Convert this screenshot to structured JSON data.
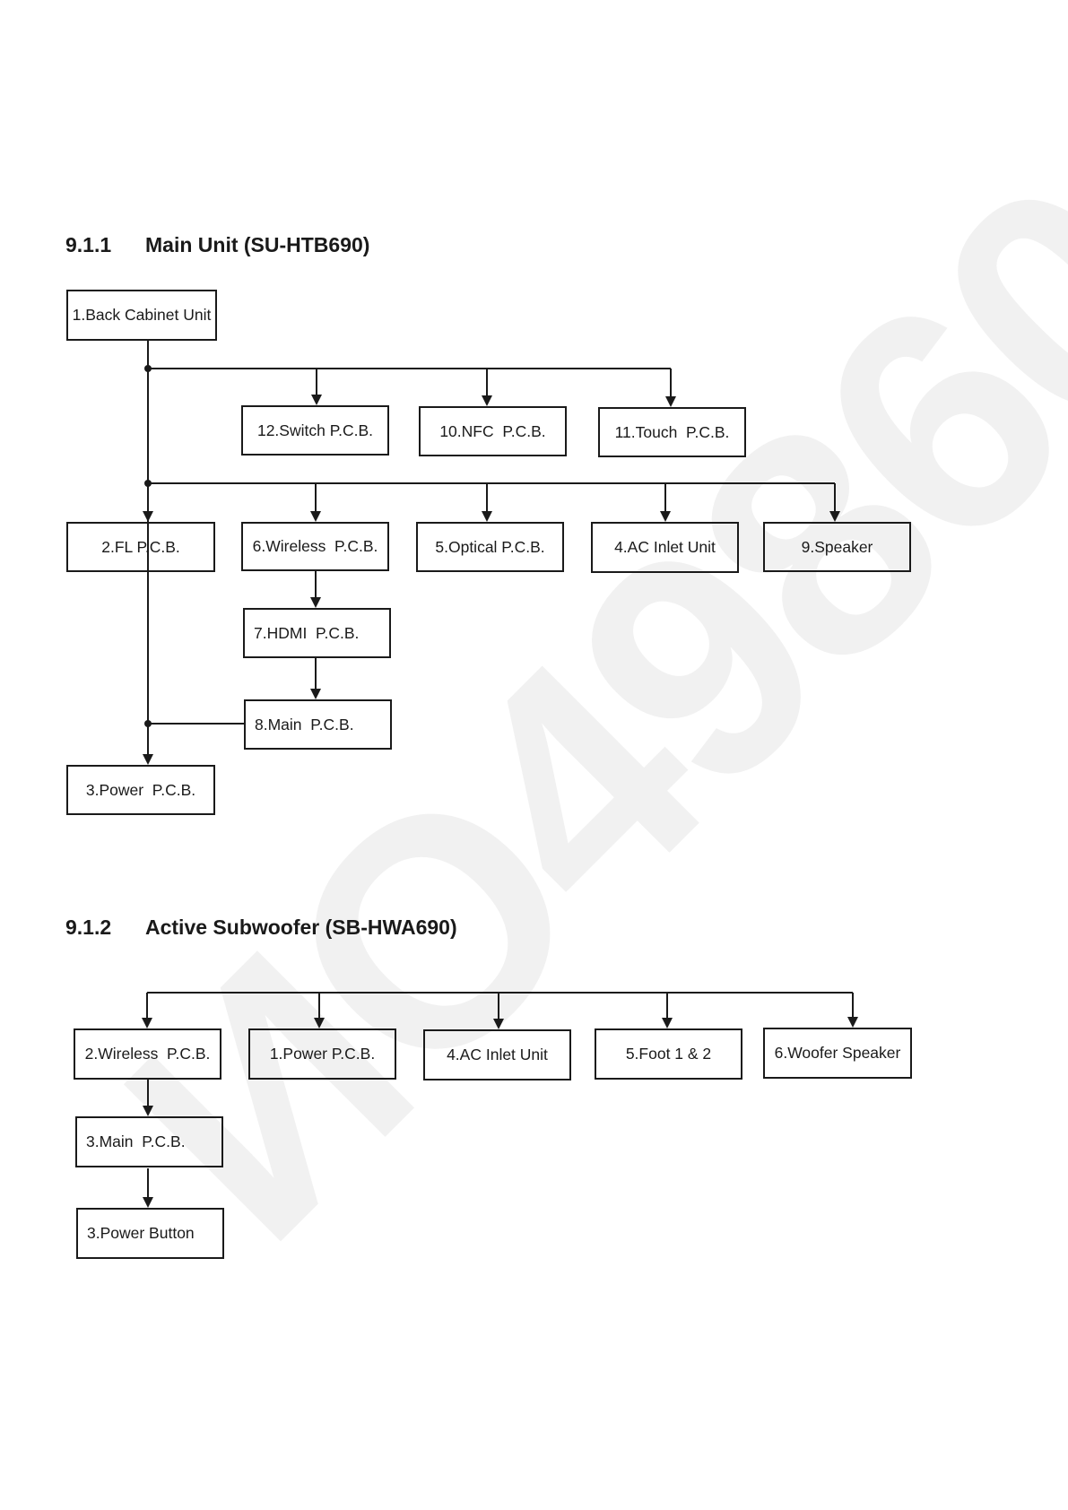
{
  "watermark": "ИO49860",
  "sections": [
    {
      "number": "9.1.1",
      "title": "Main Unit (SU-HTB690)",
      "nodes": [
        {
          "id": "back-cabinet",
          "label": "1.Back Cabinet Unit"
        },
        {
          "id": "switch-pcb",
          "label": "12.Switch P.C.B."
        },
        {
          "id": "nfc-pcb",
          "label": "10.NFC  P.C.B."
        },
        {
          "id": "touch-pcb",
          "label": "11.Touch  P.C.B."
        },
        {
          "id": "fl-pcb",
          "label": "2.FL P.C.B."
        },
        {
          "id": "wireless-pcb",
          "label": "6.Wireless  P.C.B."
        },
        {
          "id": "optical-pcb",
          "label": "5.Optical P.C.B."
        },
        {
          "id": "ac-inlet-unit",
          "label": "4.AC Inlet Unit"
        },
        {
          "id": "speaker",
          "label": "9.Speaker"
        },
        {
          "id": "hdmi-pcb",
          "label": "7.HDMI  P.C.B."
        },
        {
          "id": "main-pcb",
          "label": "8.Main  P.C.B."
        },
        {
          "id": "power-pcb",
          "label": "3.Power  P.C.B."
        }
      ]
    },
    {
      "number": "9.1.2",
      "title": "Active Subwoofer (SB-HWA690)",
      "nodes": [
        {
          "id": "sw-wireless-pcb",
          "label": "2.Wireless  P.C.B."
        },
        {
          "id": "sw-power-pcb",
          "label": "1.Power P.C.B."
        },
        {
          "id": "sw-ac-inlet-unit",
          "label": "4.AC Inlet Unit"
        },
        {
          "id": "sw-foot",
          "label": "5.Foot 1 & 2"
        },
        {
          "id": "sw-woofer-speaker",
          "label": "6.Woofer Speaker"
        },
        {
          "id": "sw-main-pcb",
          "label": "3.Main  P.C.B."
        },
        {
          "id": "sw-power-button",
          "label": "3.Power Button"
        }
      ]
    }
  ]
}
